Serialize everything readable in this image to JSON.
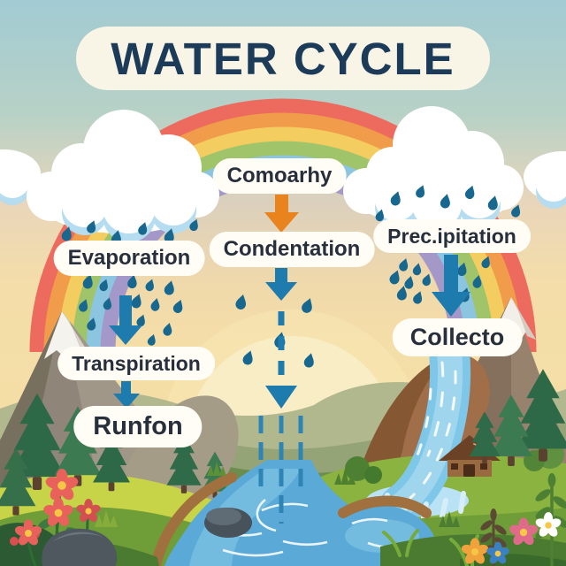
{
  "title": "WATER CYCLE",
  "labels": {
    "stage_top": "Comoarhy",
    "evaporation": "Evaporation",
    "condensation": "Condentation",
    "precipitation": "Prec.ipitation",
    "transpiration": "Transpiration",
    "runoff": "Runfon",
    "collection": "Collecto"
  },
  "palette": {
    "title_text": "#1c3b59",
    "label_text": "#262f3b",
    "pill_bg": "#fffdf5",
    "banner_bg": "#f9f5e6",
    "sky_top": "#a2cbd3",
    "sky_warm": "#f6e0a2",
    "arrow_orange": "#e8831d",
    "arrow_blue": "#1e7bad",
    "raindrop": "#17678e",
    "sun": "#f8edc5",
    "river": "#5aa9d7",
    "rainbow": [
      "#ed6a5e",
      "#f19c4a",
      "#f3cd60",
      "#9fc46a",
      "#8cc5df",
      "#a498c8"
    ]
  },
  "icons": {
    "scene": [
      "rainbow",
      "left-cloud",
      "right-cloud",
      "sun",
      "mountains",
      "waterfall",
      "cabin",
      "river",
      "flowers"
    ]
  }
}
